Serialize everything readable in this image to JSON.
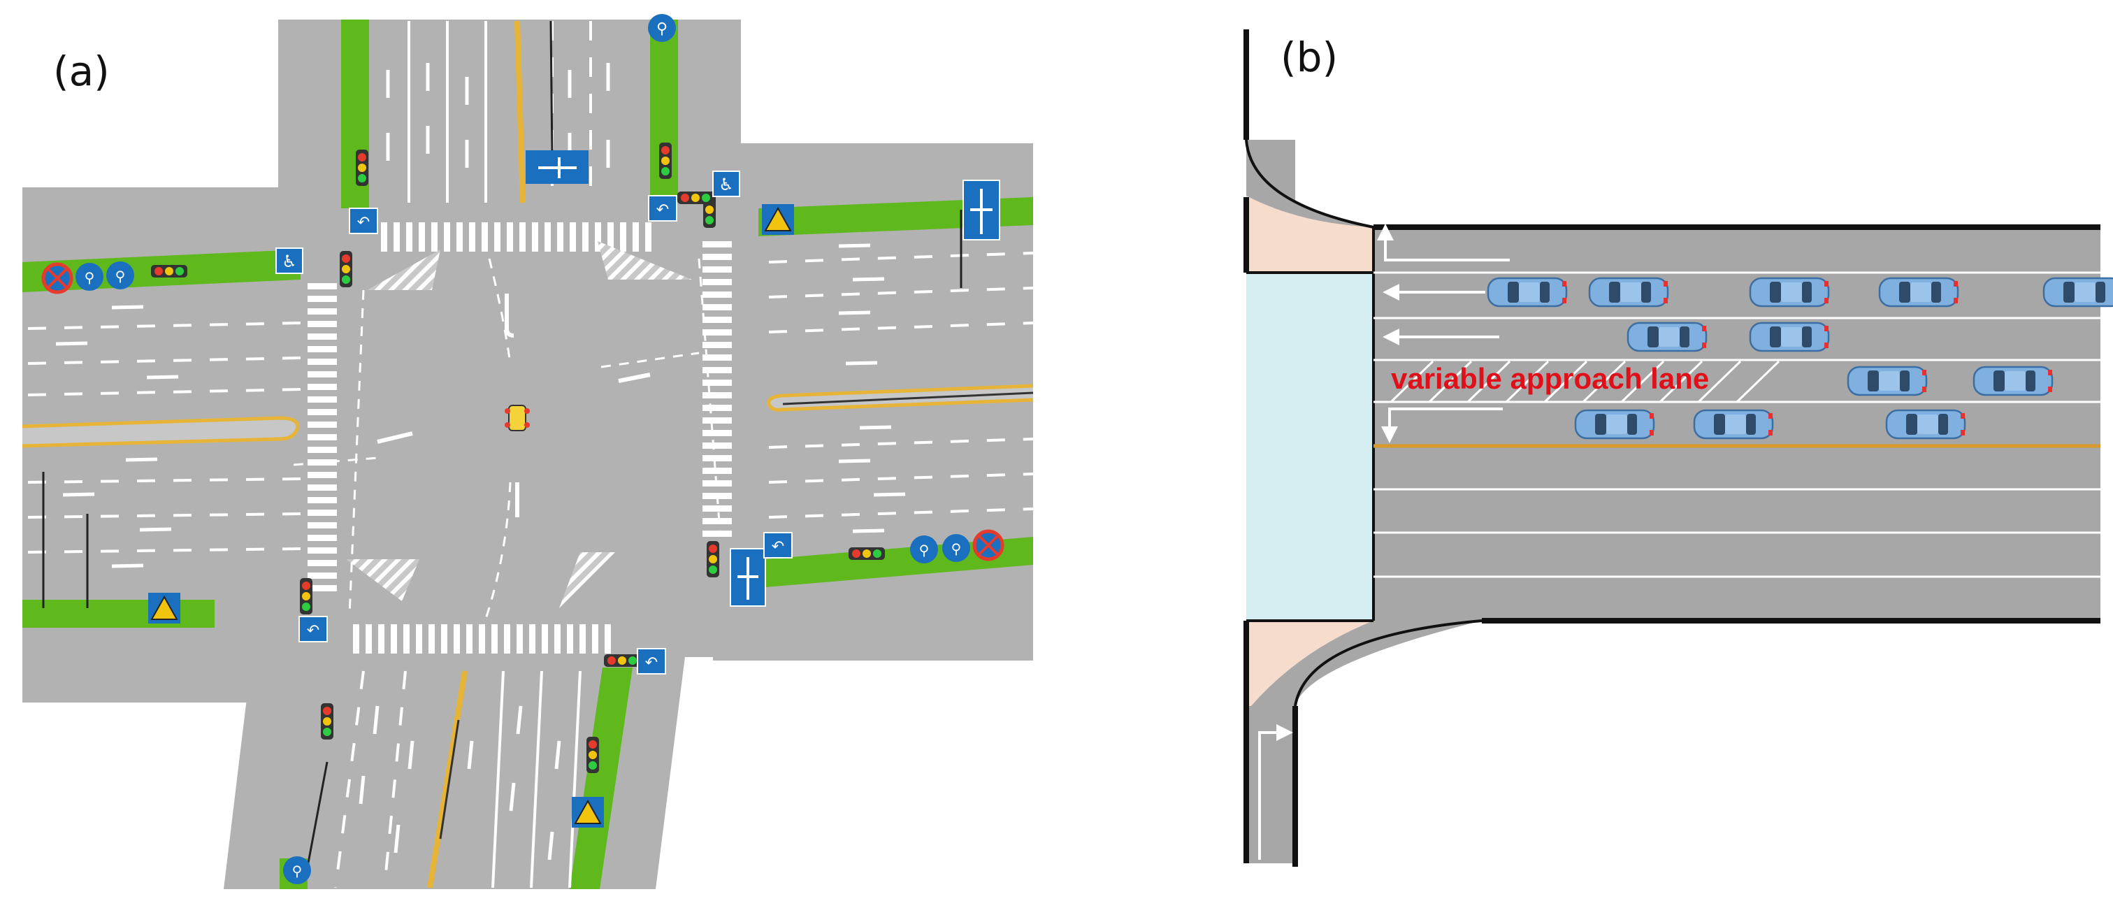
{
  "panels": {
    "a": {
      "label": "(a)",
      "description_type": "intersection plan view",
      "colors": {
        "road": "#b2b2b2",
        "median": "#5fb81c",
        "sign_blue": "#1a6fbf",
        "center_line": "#e6b437"
      }
    },
    "b": {
      "label": "(b)",
      "annotation": "variable approach lane",
      "colors": {
        "road": "#a7a7a7",
        "crosswalk_area": "#d6edf2",
        "curb_fill": "#f6dccc",
        "car": "#7fb0df",
        "annotation": "#e0101a",
        "center_line": "#d99a2b"
      }
    }
  },
  "icons": [
    "traffic-light-icon",
    "bicycle-sign-icon",
    "no-parking-sign-icon",
    "wheelchair-sign-icon",
    "u-turn-sign-icon",
    "warning-sign-icon",
    "lane-direction-sign-icon",
    "car-icon",
    "lane-arrow-icon"
  ]
}
